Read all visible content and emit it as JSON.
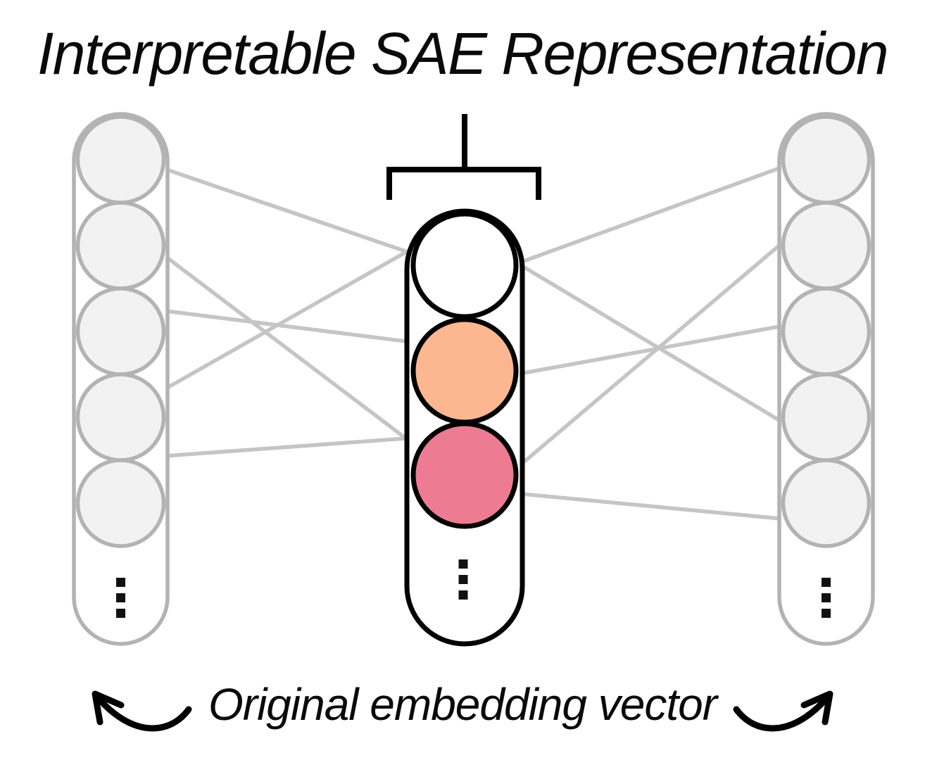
{
  "title": "Interpretable SAE Representation",
  "caption": "Original embedding vector",
  "colors": {
    "connection": "#C5C5C5",
    "embedding_stroke": "#B3B3B3",
    "embedding_fill": "#F2F2F2",
    "sae_stroke": "#000000",
    "ink": "#0a0a0a"
  },
  "diagram": {
    "left_column": {
      "role": "original embedding vector",
      "visible_nodes": 5,
      "ellipsis": "⋮"
    },
    "sae_column": {
      "role": "interpretable SAE representation",
      "visible_nodes": 3,
      "ellipsis": "⋮"
    },
    "right_column": {
      "role": "original embedding vector",
      "visible_nodes": 5,
      "ellipsis": "⋮"
    },
    "sae_nodes": [
      {
        "color": "#FFFFFF"
      },
      {
        "color": "#FCB791"
      },
      {
        "color": "#ED7C93"
      }
    ],
    "connections": {
      "left_to_sae": [
        [
          1,
          1
        ],
        [
          2,
          3
        ],
        [
          3,
          2
        ],
        [
          4,
          1
        ],
        [
          5,
          3
        ]
      ],
      "sae_to_right": [
        [
          1,
          1
        ],
        [
          1,
          4
        ],
        [
          2,
          3
        ],
        [
          3,
          2
        ],
        [
          3,
          5
        ]
      ]
    }
  }
}
